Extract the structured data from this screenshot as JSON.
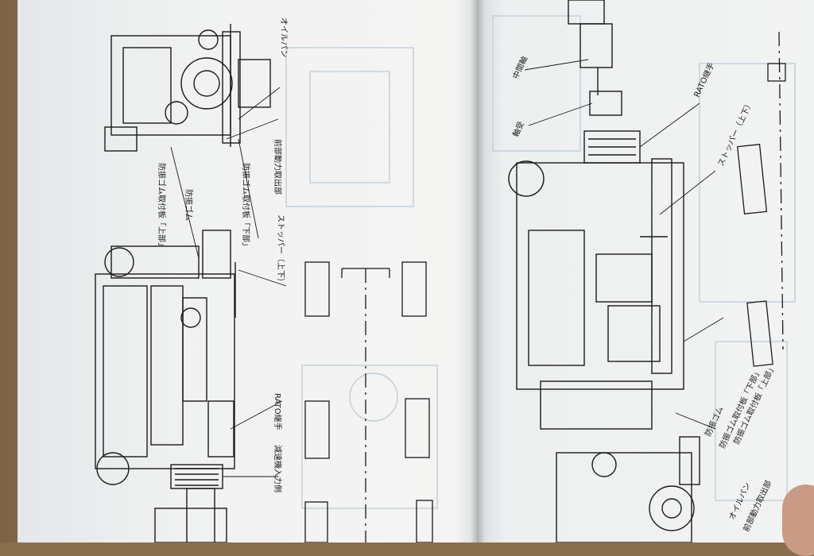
{
  "labels": {
    "oil_pan_l": "オイルパン",
    "front_pto": "前部動力取出部",
    "mount_upper_l": "防振ゴム取付板「上部」",
    "rubber_l": "防振ゴム",
    "mount_lower_l": "防振ゴム取付板「下部」",
    "stopper_l": "ストッパー（上下）",
    "rato_l": "RATO継手",
    "reducer_input": "減速機入力側",
    "intermediate_shaft": "中間軸",
    "bearing": "軸受",
    "rato_r": "RATO継手",
    "stopper_r": "ストッパー（上下）",
    "rubber_r": "防振ゴム",
    "mount_lower_r": "防振ゴム取付板「下部」",
    "mount_upper_r": "防振ゴム取付板「上部」",
    "oil_pan_r": "オイルパン",
    "front_pto_r": "前部動力取出部"
  },
  "colors": {
    "ink": "#1a1a1a",
    "ghost": "#b9c9d6",
    "paper": "#f1f2f2"
  }
}
